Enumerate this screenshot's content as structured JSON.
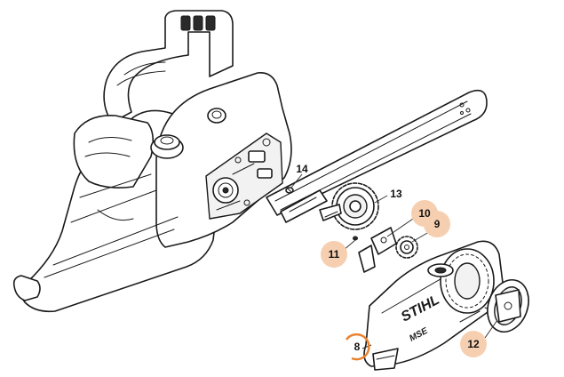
{
  "diagram": {
    "brand_label": "STIHL",
    "model_label": "MSE",
    "callouts": [
      {
        "number": "8",
        "highlight": "ring"
      },
      {
        "number": "9",
        "highlight": "filled"
      },
      {
        "number": "10",
        "highlight": "filled"
      },
      {
        "number": "11",
        "highlight": "filled"
      },
      {
        "number": "12",
        "highlight": "filled"
      },
      {
        "number": "13",
        "highlight": "none"
      },
      {
        "number": "14",
        "highlight": "none"
      }
    ],
    "colors": {
      "highlight_fill": "#f6cfb0",
      "highlight_ring": "#e8822f",
      "line": "#1a1a1a"
    }
  }
}
